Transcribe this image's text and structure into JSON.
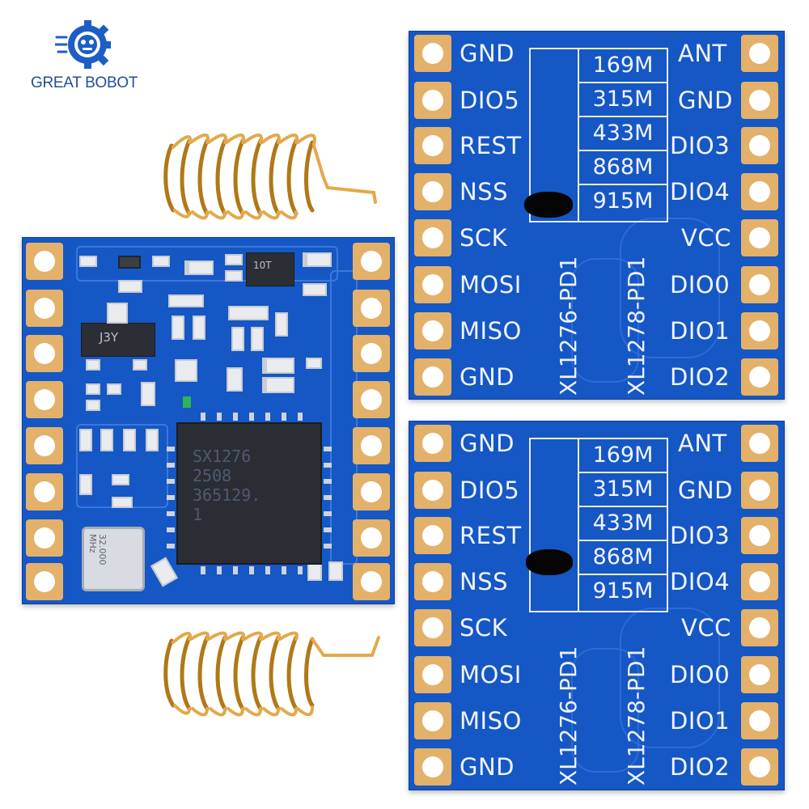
{
  "brand": {
    "name": "GREAT BOBOT",
    "logo_icon": "gear-robot-icon",
    "color": "#1d4f9e"
  },
  "colors": {
    "pcb_blue": "#1557c4",
    "pad_gold": "#e3b16a",
    "silkscreen": "#f2f4fb",
    "spring_gold": "#c98d2a"
  },
  "back_board": {
    "left_pins": [
      "GND",
      "DIO5",
      "REST",
      "NSS",
      "SCK",
      "MOSI",
      "MISO",
      "GND"
    ],
    "right_pins": [
      "ANT",
      "GND",
      "DIO3",
      "DIO4",
      "VCC",
      "DIO0",
      "DIO1",
      "DIO2"
    ],
    "frequencies": [
      "169M",
      "315M",
      "433M",
      "868M",
      "915M"
    ],
    "model_labels": [
      "XL1276-PD1",
      "XL1278-PD1"
    ]
  },
  "front_board": {
    "chip_marking": [
      "SX1276",
      "2508",
      "365129.",
      "1"
    ],
    "regulator_marking": "J3Y",
    "small_ic_marking": "10T",
    "crystal_marking": [
      "32.000",
      "MHz"
    ]
  }
}
